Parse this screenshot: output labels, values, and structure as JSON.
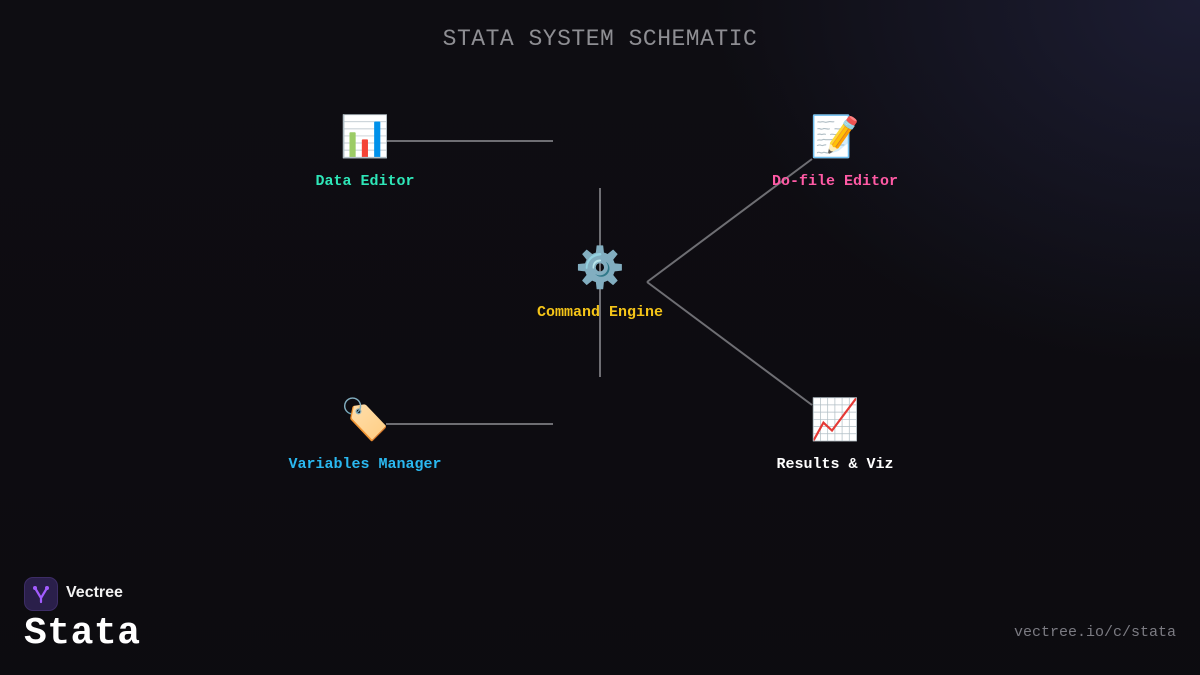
{
  "diagram": {
    "title": "STATA SYSTEM SCHEMATIC",
    "center": {
      "icon": "⚙️",
      "icon_name": "gear-icon",
      "label": "Command Engine",
      "color": "#f5c518"
    },
    "nodes": [
      {
        "icon": "📊",
        "icon_name": "bar-chart-icon",
        "label": "Data Editor",
        "color": "#2ee6b8"
      },
      {
        "icon": "📝",
        "icon_name": "memo-icon",
        "label": "Do-file Editor",
        "color": "#ff5aa5"
      },
      {
        "icon": "🏷️",
        "icon_name": "label-tag-icon",
        "label": "Variables Manager",
        "color": "#2ab8f0"
      },
      {
        "icon": "📈",
        "icon_name": "trending-chart-icon",
        "label": "Results & Viz",
        "color": "#ffffff"
      }
    ],
    "line_color": "#6e6e73"
  },
  "footer": {
    "brand": "Vectree",
    "product": "Stata",
    "url": "vectree.io/c/stata",
    "logo_icon": "vectree-logo-icon",
    "logo_color": "#a35cff"
  }
}
